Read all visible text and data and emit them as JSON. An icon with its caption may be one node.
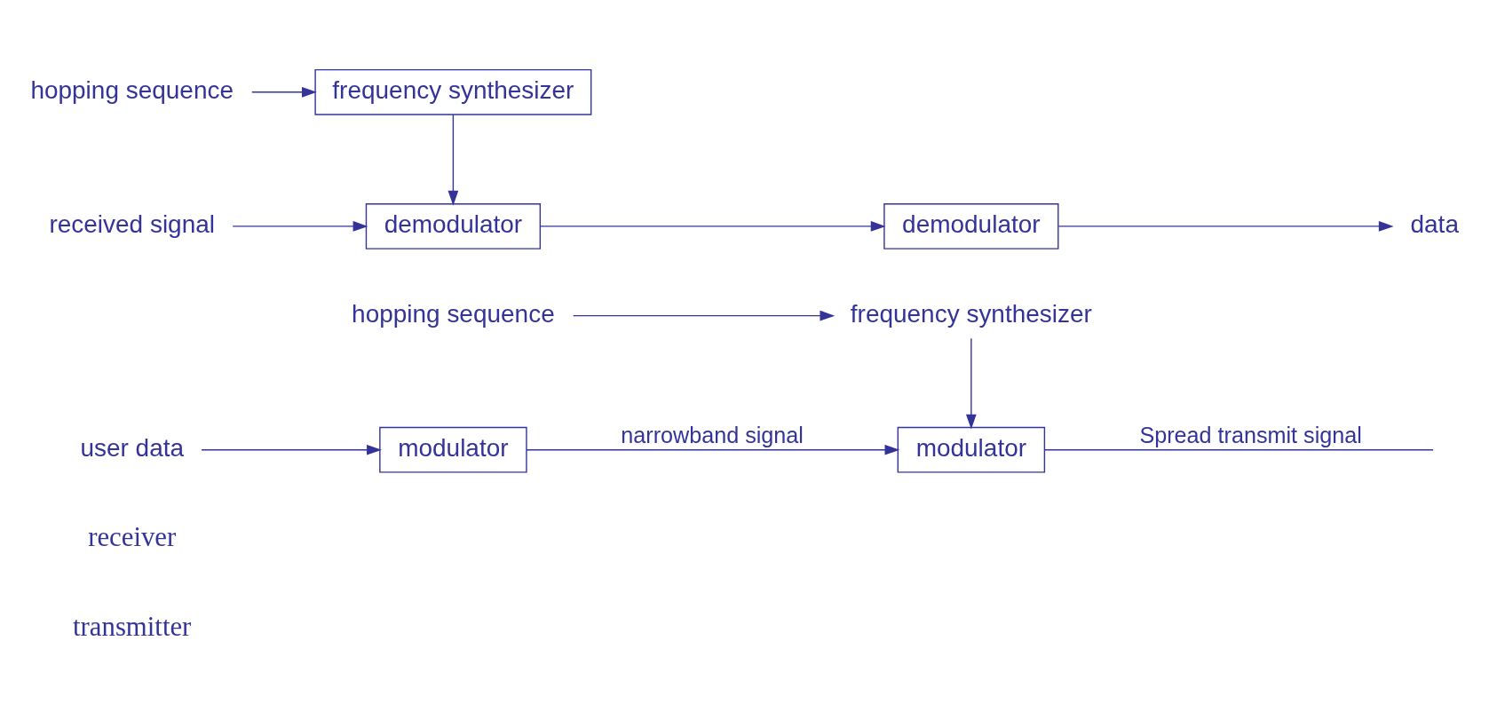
{
  "diagram": {
    "nodes": [
      {
        "text": [
          "user data"
        ]
      },
      {
        "text": [
          "modulator"
        ]
      },
      {
        "text": [
          "modulator"
        ]
      },
      {
        "text": [
          "frequency synthesizer"
        ]
      },
      {
        "text": [
          "hopping sequence"
        ]
      },
      {
        "text": [
          "received signal"
        ]
      },
      {
        "text": [
          "demodulator"
        ]
      },
      {
        "text": [
          "demodulator"
        ]
      },
      {
        "text": [
          "data"
        ]
      },
      {
        "text": [
          "frequency synthesizer"
        ]
      },
      {
        "text": [
          "hopping sequence"
        ]
      }
    ],
    "edges": [
      {
        "from": 0,
        "to": 1,
        "arrow": "to"
      },
      {
        "from": 1,
        "to": 2,
        "arrow": "to",
        "label": "narrowband signal"
      },
      {
        "from": 2,
        "to": null,
        "arrow": "none",
        "label": "Spread transmit signal"
      },
      {
        "from": 3,
        "to": 2,
        "arrow": "to"
      },
      {
        "from": 4,
        "to": 3,
        "arrow": "to"
      },
      {
        "from": 5,
        "to": 6,
        "arrow": "to"
      },
      {
        "from": 6,
        "to": 7,
        "arrow": "to"
      },
      {
        "from": 7,
        "to": 8,
        "arrow": "to"
      },
      {
        "from": 9,
        "to": 6,
        "arrow": "to"
      },
      {
        "from": 10,
        "to": 9,
        "arrow": "to"
      }
    ],
    "labels": [
      "transmitter",
      "receiver"
    ]
  }
}
